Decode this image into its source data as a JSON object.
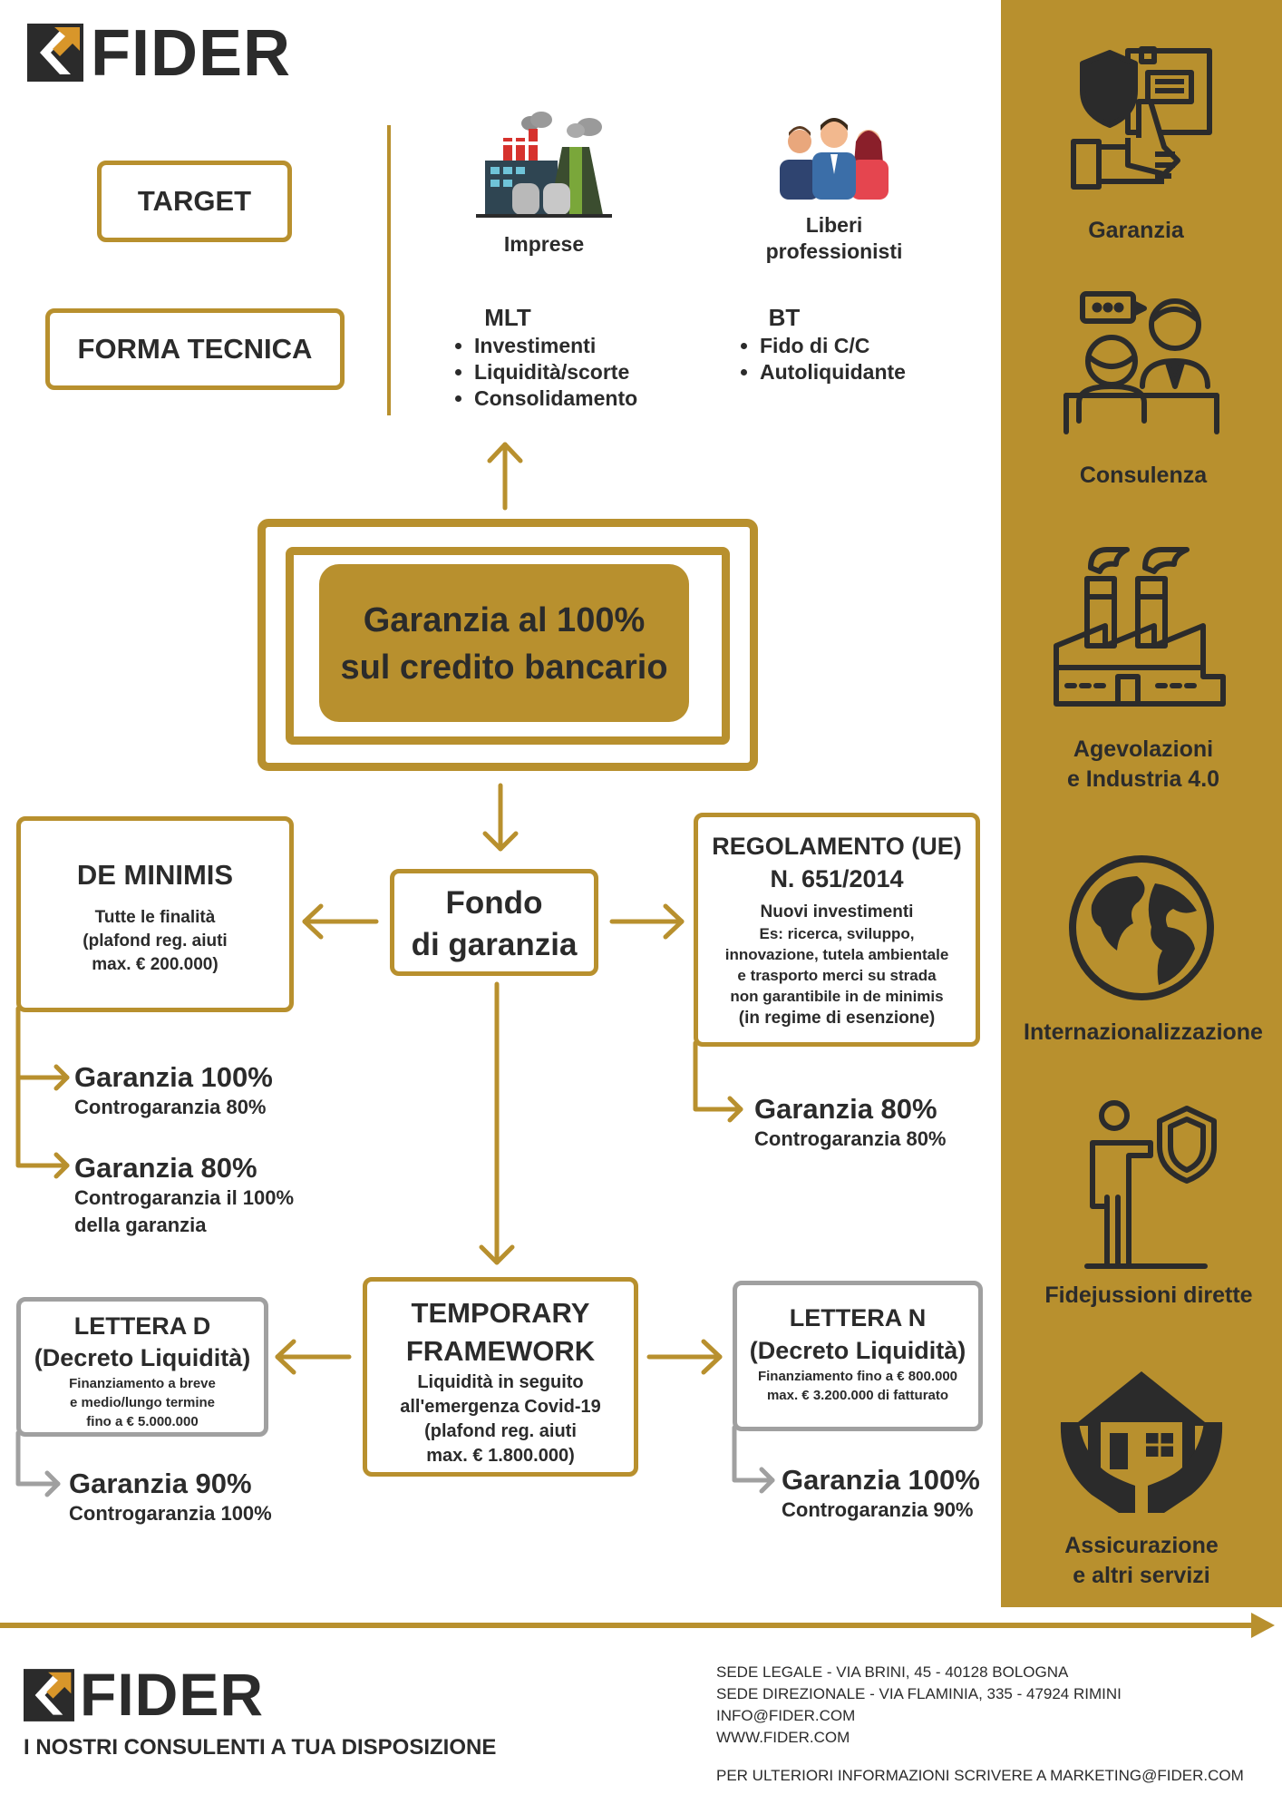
{
  "brand": {
    "name": "FIDER"
  },
  "labels": {
    "target": "TARGET",
    "forma_tecnica": "FORMA TECNICA"
  },
  "targets": [
    {
      "label": "Imprese",
      "icon": "factory-icon"
    },
    {
      "label_line1": "Liberi",
      "label_line2": "professionisti",
      "icon": "professionals-icon"
    }
  ],
  "forma": {
    "mlt": {
      "title": "MLT",
      "items": [
        "Investimenti",
        "Liquidità/scorte",
        "Consolidamento"
      ]
    },
    "bt": {
      "title": "BT",
      "items": [
        "Fido di C/C",
        "Autoliquidante"
      ]
    }
  },
  "hero": {
    "line1": "Garanzia al 100%",
    "line2": "sul credito bancario"
  },
  "fondo": {
    "line1": "Fondo",
    "line2": "di garanzia"
  },
  "de_minimis": {
    "title": "DE MINIMIS",
    "line1": "Tutte le finalità",
    "line2": "(plafond reg. aiuti",
    "line3": "max. € 200.000)",
    "outcomes": [
      {
        "title": "Garanzia 100%",
        "sub": "Controgaranzia 80%"
      },
      {
        "title": "Garanzia 80%",
        "sub": "Controgaranzia il 100%",
        "sub2": "della garanzia"
      }
    ]
  },
  "regolamento": {
    "title1": "REGOLAMENTO (UE)",
    "title2": "N. 651/2014",
    "line1": "Nuovi investimenti",
    "line2": "Es: ricerca, sviluppo,",
    "line3": "innovazione, tutela ambientale",
    "line4": "e  trasporto merci su strada",
    "line5": "non garantibile in de minimis",
    "line6": "(in regime di esenzione)",
    "outcome": {
      "title": "Garanzia 80%",
      "sub": "Controgaranzia 80%"
    }
  },
  "temporary": {
    "title1": "TEMPORARY",
    "title2": "FRAMEWORK",
    "line1": "Liquidità in seguito",
    "line2": "all'emergenza Covid-19",
    "line3": "(plafond reg. aiuti",
    "line4": "max. € 1.800.000)"
  },
  "lettera_d": {
    "title1": "LETTERA D",
    "title2": "(Decreto Liquidità)",
    "line1": "Finanziamento a breve",
    "line2": "e medio/lungo termine",
    "line3": "fino a  € 5.000.000",
    "outcome": {
      "title": "Garanzia 90%",
      "sub": "Controgaranzia 100%"
    }
  },
  "lettera_n": {
    "title1": "LETTERA N",
    "title2": "(Decreto Liquidità)",
    "line1": "Finanziamento fino a € 800.000",
    "line2": "max. € 3.200.000 di fatturato",
    "outcome": {
      "title": "Garanzia 100%",
      "sub": "Controgaranzia 90%"
    }
  },
  "sidebar": [
    {
      "label": "Garanzia",
      "icon": "guarantee-icon"
    },
    {
      "label": "Consulenza",
      "icon": "consulting-icon"
    },
    {
      "label1": "Agevolazioni",
      "label2": "e Industria 4.0",
      "icon": "industry-icon"
    },
    {
      "label": "Internazionalizzazione",
      "icon": "globe-icon"
    },
    {
      "label": "Fidejussioni dirette",
      "icon": "shield-person-icon"
    },
    {
      "label1": "Assicurazione",
      "label2": "e altri servizi",
      "icon": "house-hands-icon"
    }
  ],
  "footer": {
    "tagline": "I NOSTRI CONSULENTI A TUA DISPOSIZIONE",
    "sede_legale": "SEDE LEGALE - VIA BRINI, 45 - 40128 BOLOGNA",
    "sede_direzionale": "SEDE DIREZIONALE - VIA FLAMINIA, 335 - 47924 RIMINI",
    "email": "INFO@FIDER.COM",
    "web": "WWW.FIDER.COM",
    "info": "PER ULTERIORI INFORMAZIONI SCRIVERE A MARKETING@FIDER.COM"
  },
  "colors": {
    "accent": "#b8902e",
    "text": "#2b2b2b",
    "grey": "#a0a0a0"
  }
}
